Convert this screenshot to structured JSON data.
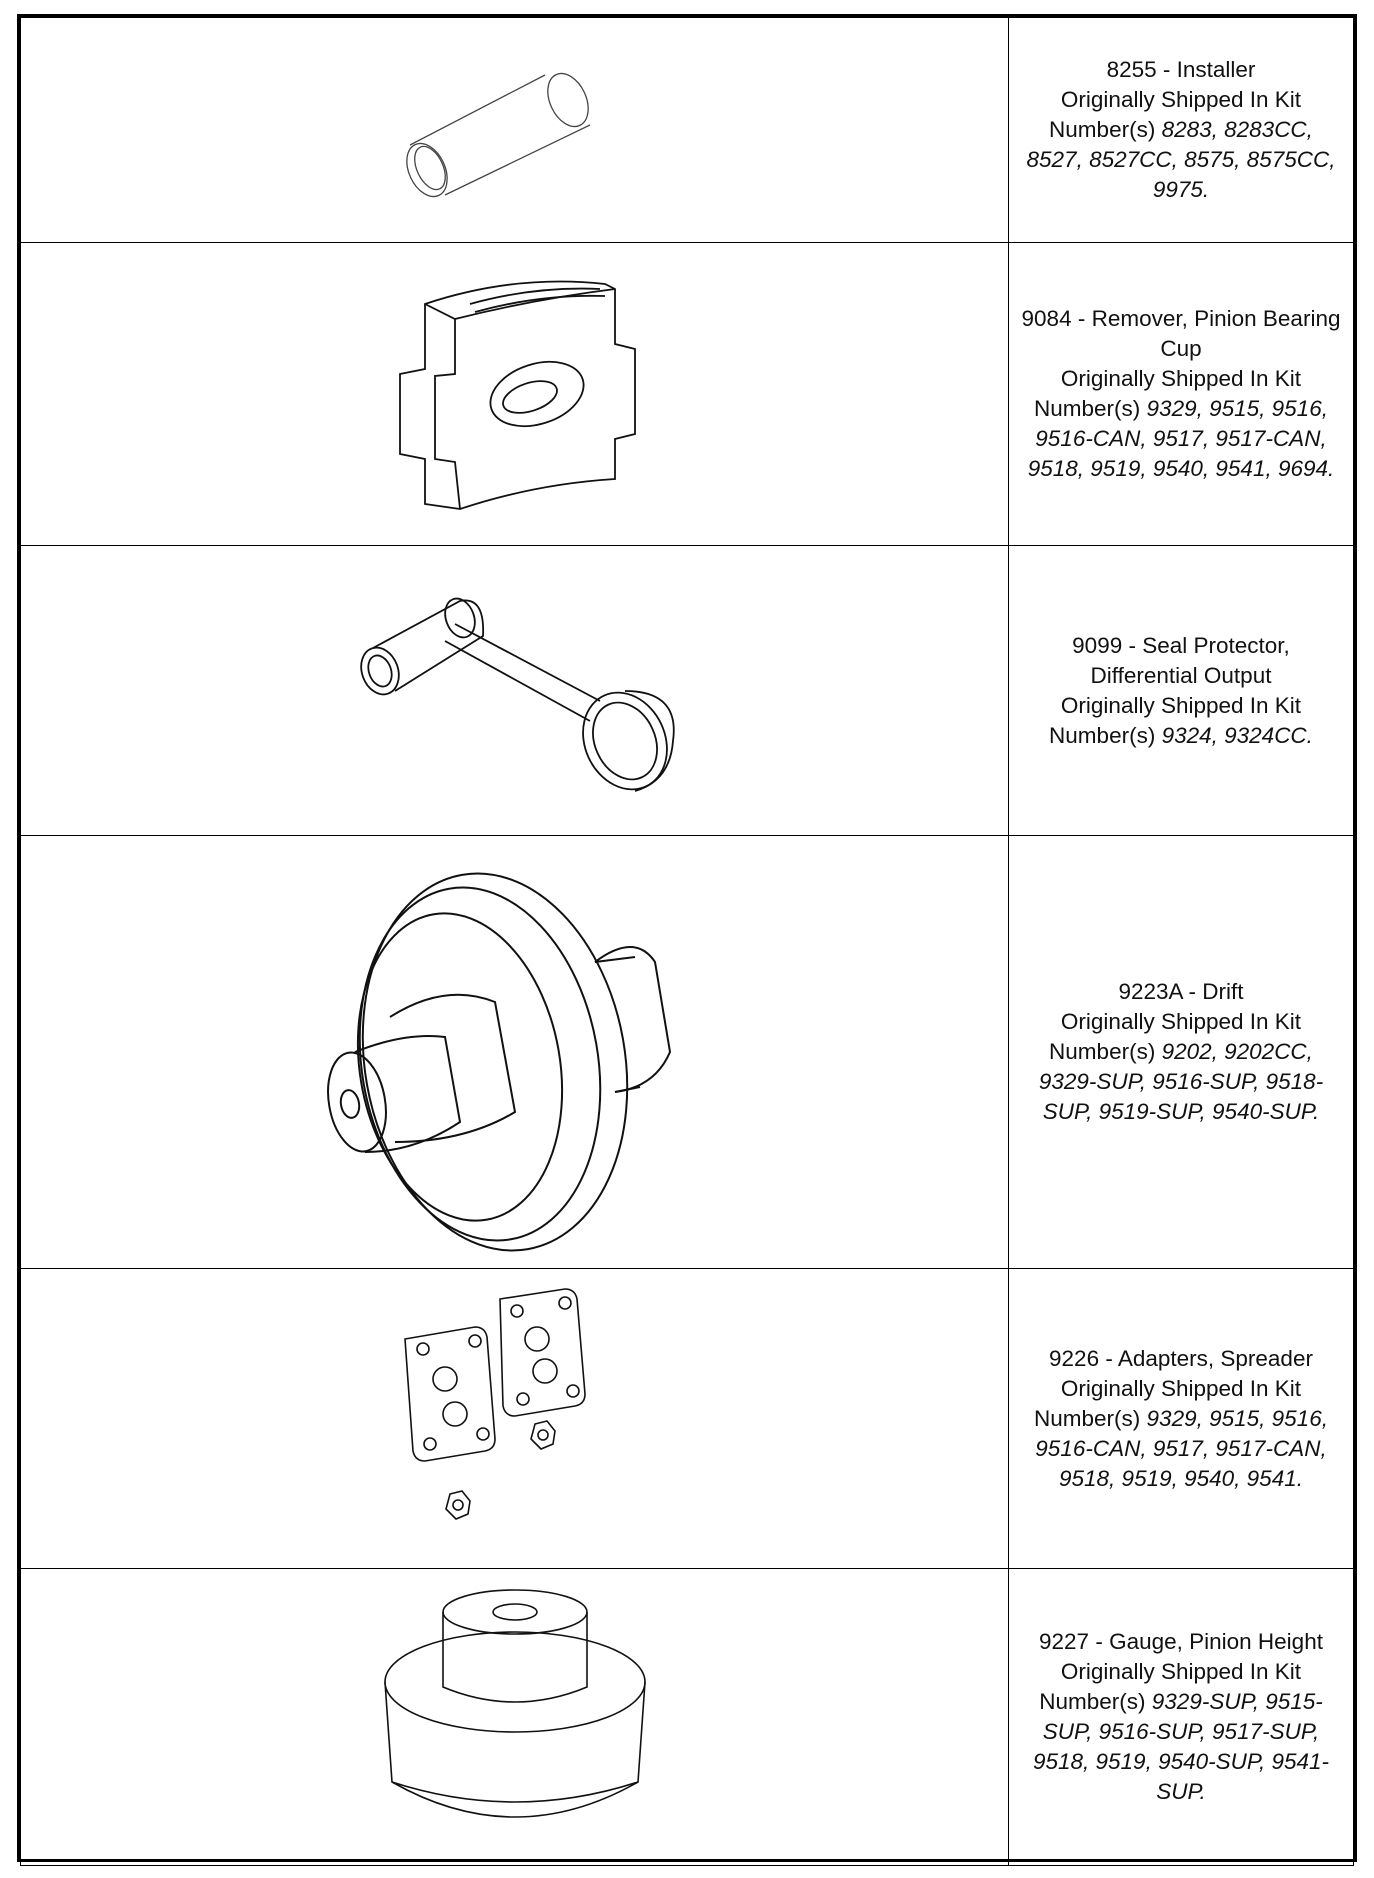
{
  "rows": [
    {
      "title": "8255 - Installer",
      "prefix": "Originally Shipped In Kit Number(s)",
      "kits": "8283, 8283CC, 8527, 8527CC, 8575, 8575CC, 9975."
    },
    {
      "title": "9084 - Remover, Pinion Bearing Cup",
      "prefix": "Originally Shipped In Kit Number(s)",
      "kits": "9329, 9515, 9516, 9516-CAN, 9517, 9517-CAN, 9518, 9519, 9540, 9541, 9694."
    },
    {
      "title": "9099 - Seal Protector, Differential Output",
      "prefix": "Originally Shipped In Kit Number(s)",
      "kits": "9324, 9324CC."
    },
    {
      "title": "9223A - Drift",
      "prefix": "Originally Shipped In Kit Number(s)",
      "kits": "9202, 9202CC, 9329-SUP, 9516-SUP, 9518-SUP, 9519-SUP, 9540-SUP."
    },
    {
      "title": "9226 - Adapters, Spreader",
      "prefix": "Originally Shipped In Kit Number(s)",
      "kits": "9329, 9515, 9516, 9516-CAN, 9517, 9517-CAN, 9518, 9519, 9540, 9541."
    },
    {
      "title": "9227 - Gauge, Pinion Height",
      "prefix": "Originally Shipped In Kit Number(s)",
      "kits": "9329-SUP, 9515-SUP, 9516-SUP, 9517-SUP, 9518, 9519, 9540-SUP, 9541-SUP."
    }
  ]
}
